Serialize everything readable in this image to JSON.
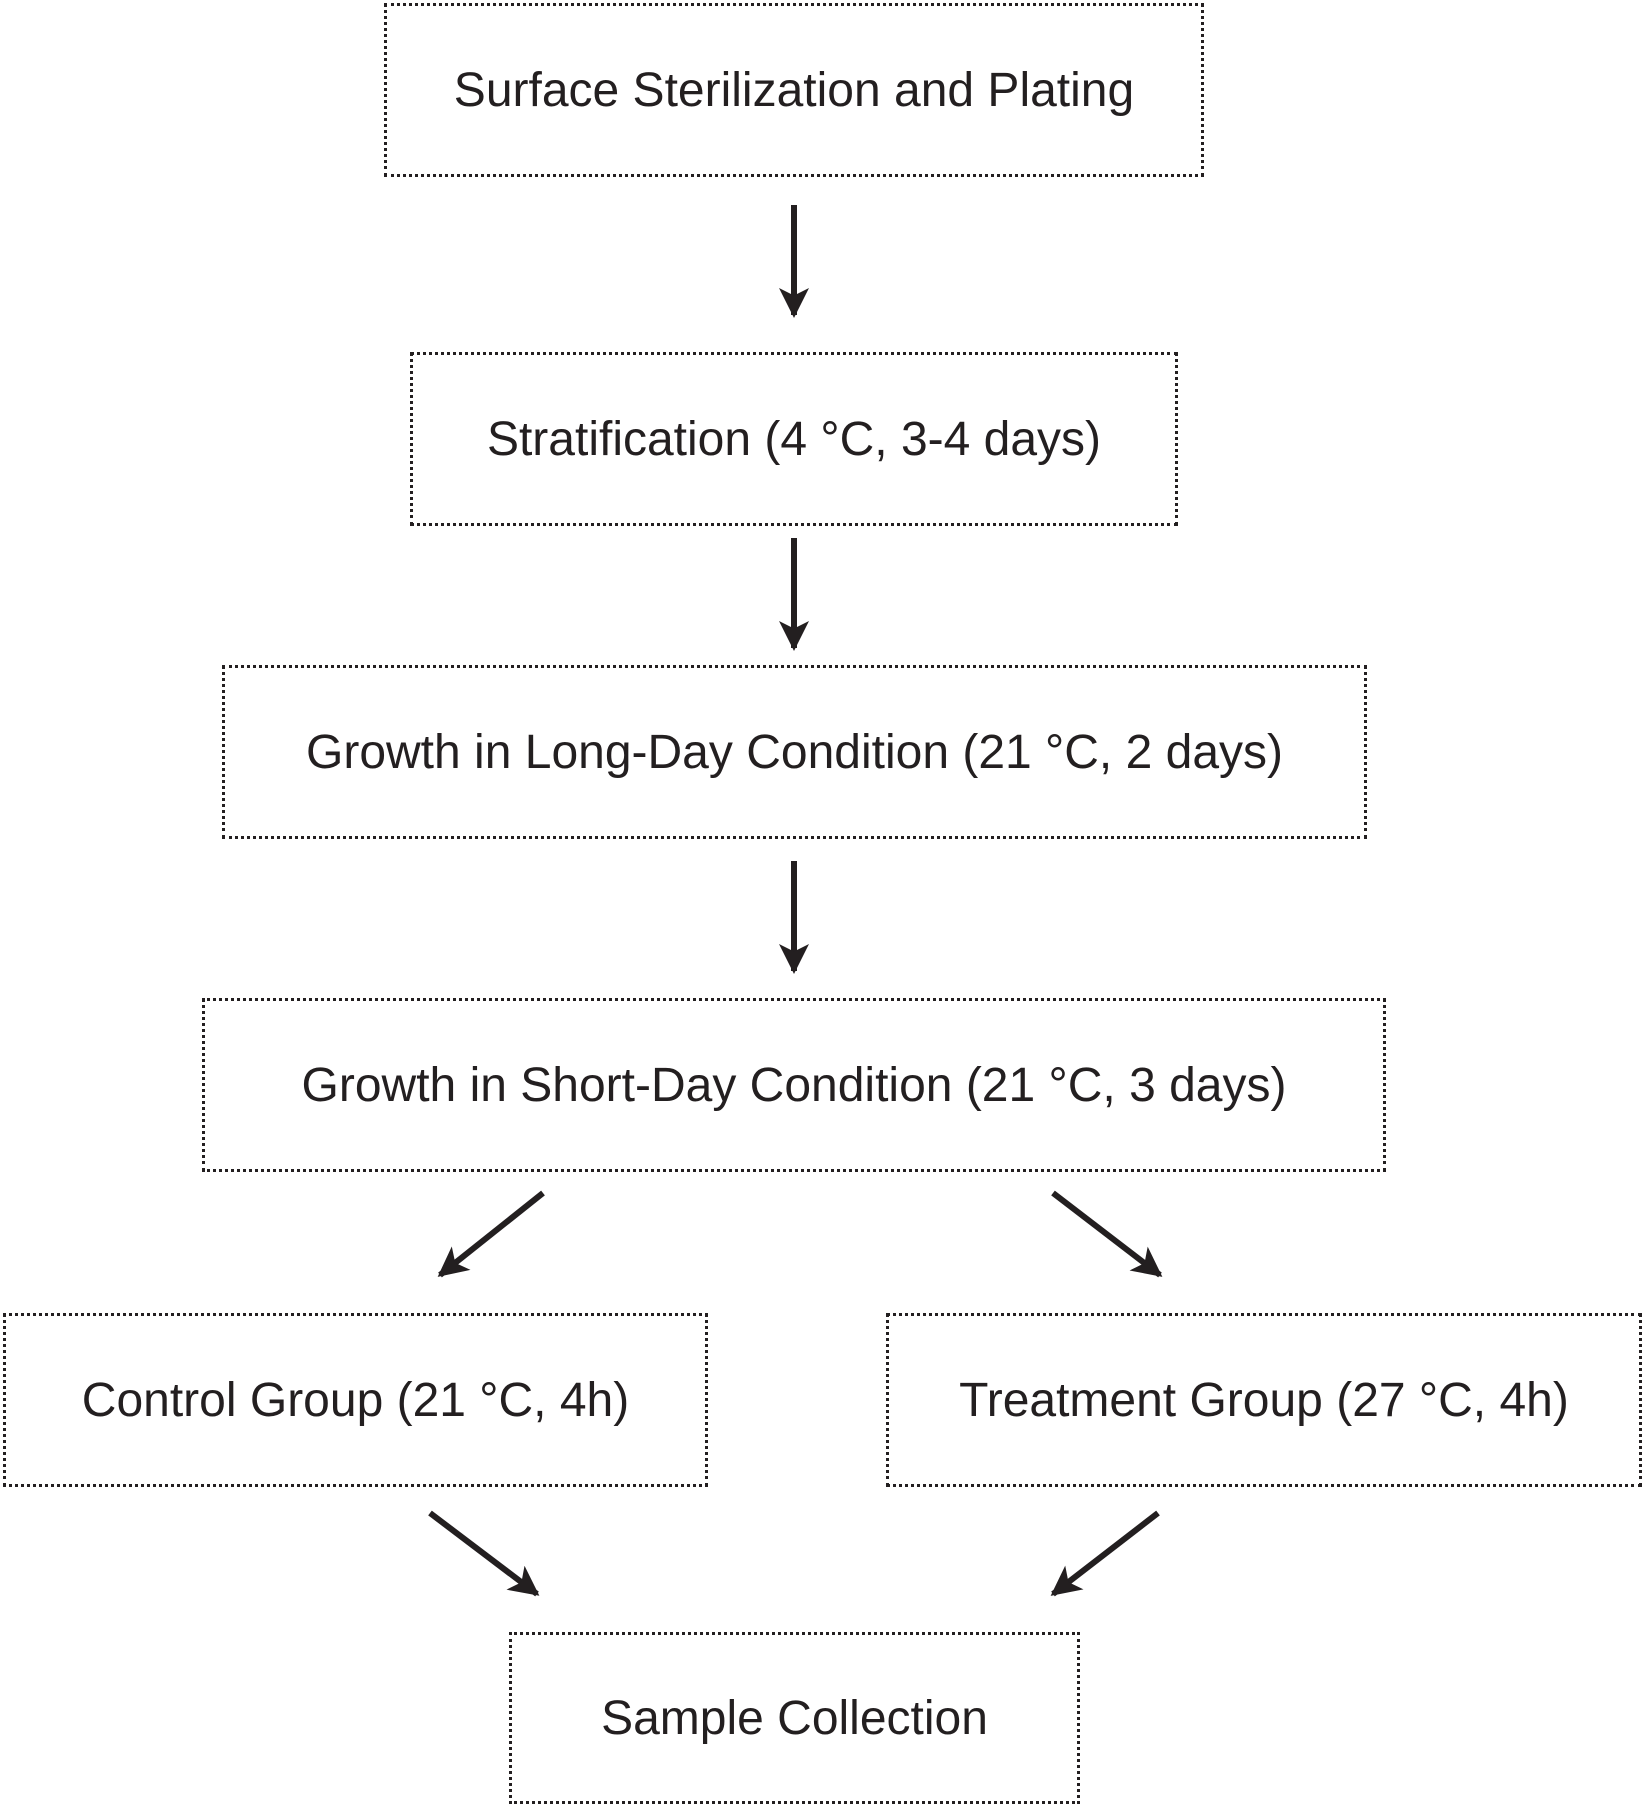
{
  "nodes": [
    {
      "id": "n1",
      "label": "Surface Sterilization and Plating"
    },
    {
      "id": "n2",
      "label": "Stratification (4 °C, 3-4 days)"
    },
    {
      "id": "n3",
      "label": "Growth in Long-Day Condition (21 °C, 2 days)"
    },
    {
      "id": "n4",
      "label": "Growth in Short-Day Condition (21 °C, 3 days)"
    },
    {
      "id": "n5",
      "label": "Control Group (21 °C, 4h)"
    },
    {
      "id": "n6",
      "label": "Treatment Group (27 °C, 4h)"
    },
    {
      "id": "n7",
      "label": "Sample Collection"
    }
  ],
  "edges": [
    {
      "from": "n1",
      "to": "n2"
    },
    {
      "from": "n2",
      "to": "n3"
    },
    {
      "from": "n3",
      "to": "n4"
    },
    {
      "from": "n4",
      "to": "n5"
    },
    {
      "from": "n4",
      "to": "n6"
    },
    {
      "from": "n5",
      "to": "n7"
    },
    {
      "from": "n6",
      "to": "n7"
    }
  ],
  "colors": {
    "stroke": "#231f20",
    "background": "#ffffff"
  }
}
